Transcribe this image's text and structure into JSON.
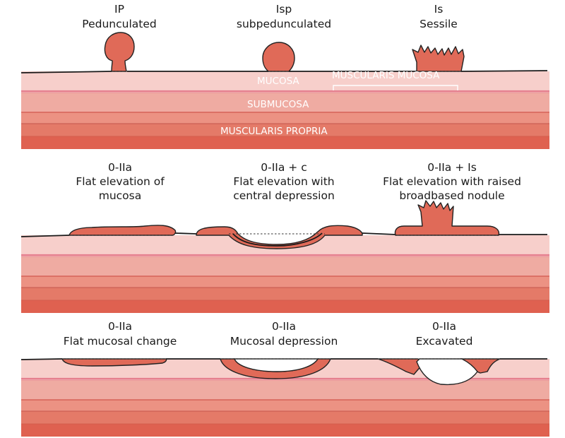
{
  "colors": {
    "mucosa": "#f7cfcb",
    "muscularis_line": "#e57f8e",
    "submucosa": "#efaba2",
    "propria_light": "#ec9283",
    "propria_mid": "#e47a68",
    "propria_dark": "#df6150",
    "lesion": "#e06a58"
  },
  "rows": [
    {
      "lesions": [
        {
          "code": "IP",
          "name": "Pedunculated"
        },
        {
          "code": "Isp",
          "name": "subpedunculated"
        },
        {
          "code": "Is",
          "name": "Sessile"
        }
      ],
      "layer_labels": {
        "mucosa": "MUCOSA",
        "muscularis_mucosa": "MUSCULARIS MUCOSA",
        "submucosa": "SUBMUCOSA",
        "muscularis_propria": "MUSCULARIS PROPRIA"
      }
    },
    {
      "lesions": [
        {
          "code": "0-IIa",
          "line1": "Flat elevation of",
          "line2": "mucosa"
        },
        {
          "code": "0-IIa + c",
          "line1": "Flat elevation with",
          "line2": "central depression"
        },
        {
          "code": "0-IIa + Is",
          "line1": "Flat elevation with raised",
          "line2": "broadbased nodule"
        }
      ]
    },
    {
      "lesions": [
        {
          "code": "0-IIa",
          "name": "Flat mucosal change"
        },
        {
          "code": "0-IIa",
          "name": "Mucosal depression"
        },
        {
          "code": "0-IIa",
          "name": "Excavated"
        }
      ]
    }
  ]
}
